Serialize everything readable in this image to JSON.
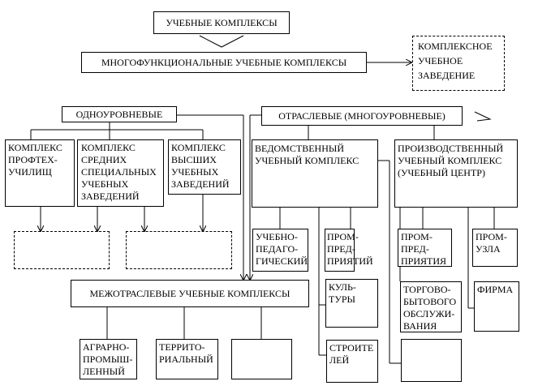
{
  "nodes": {
    "educational_complexes": "УЧЕБНЫЕ КОМПЛЕКСЫ",
    "multifunctional": "МНОГОФУНКЦИОНАЛЬНЫЕ УЧЕБНЫЕ КОМПЛЕКСЫ",
    "complex_institution": "КОМПЛЕКСНОЕ\nУЧЕБНОЕ\nЗАВЕДЕНИЕ",
    "single_level": "ОДНОУРОВНЕВЫЕ",
    "sectoral": "ОТРАСЛЕВЫЕ (МНОГОУРОВНЕВЫЕ)",
    "vocational_schools": "КОМПЛЕКС\nПРОФТЕХ-\nУЧИЛИЩ",
    "secondary_special": "КОМПЛЕКС\nСРЕДНИХ\nСПЕЦИАЛЬНЫХ\nУЧЕБНЫХ\nЗАВЕДЕНИЙ",
    "higher_education": "КОМПЛЕКС\nВЫСШИХ\nУЧЕБНЫХ\nЗАВЕДЕНИЙ",
    "departmental": "ВЕДОМСТВЕННЫЙ\nУЧЕБНЫЙ КОМПЛЕКС",
    "production": "ПРОИЗВОДСТВЕННЫЙ\nУЧЕБНЫЙ КОМПЛЕКС\n(УЧЕБНЫЙ ЦЕНТР)",
    "pedagogical": "УЧЕБНО-\nПЕДАГО-\nГИЧЕСКИЙ",
    "enterprises": "ПРОМ-\nПРЕД-\nПРИЯТИЙ",
    "culture": "КУЛЬ-\nТУРЫ",
    "construction": "СТРОИТЕ\nЛЕЙ",
    "industrial_enterprise": "ПРОМ-\nПРЕД-\nПРИЯТИЯ",
    "industrial_hub": "ПРОМ-\nУЗЛА",
    "trade_services": "ТОРГОВО-\nБЫТОВОГО\nОБСЛУЖИ-\nВАНИЯ",
    "firm": "ФИРМА",
    "intersectoral": "МЕЖОТРАСЛЕВЫЕ УЧЕБНЫЕ КОМПЛЕКСЫ",
    "agro_industrial": "АГРАРНО-\nПРОМЫШ-\nЛЕННЫЙ",
    "territorial": "ТЕРРИТО-\nРИАЛЬНЫЙ"
  }
}
